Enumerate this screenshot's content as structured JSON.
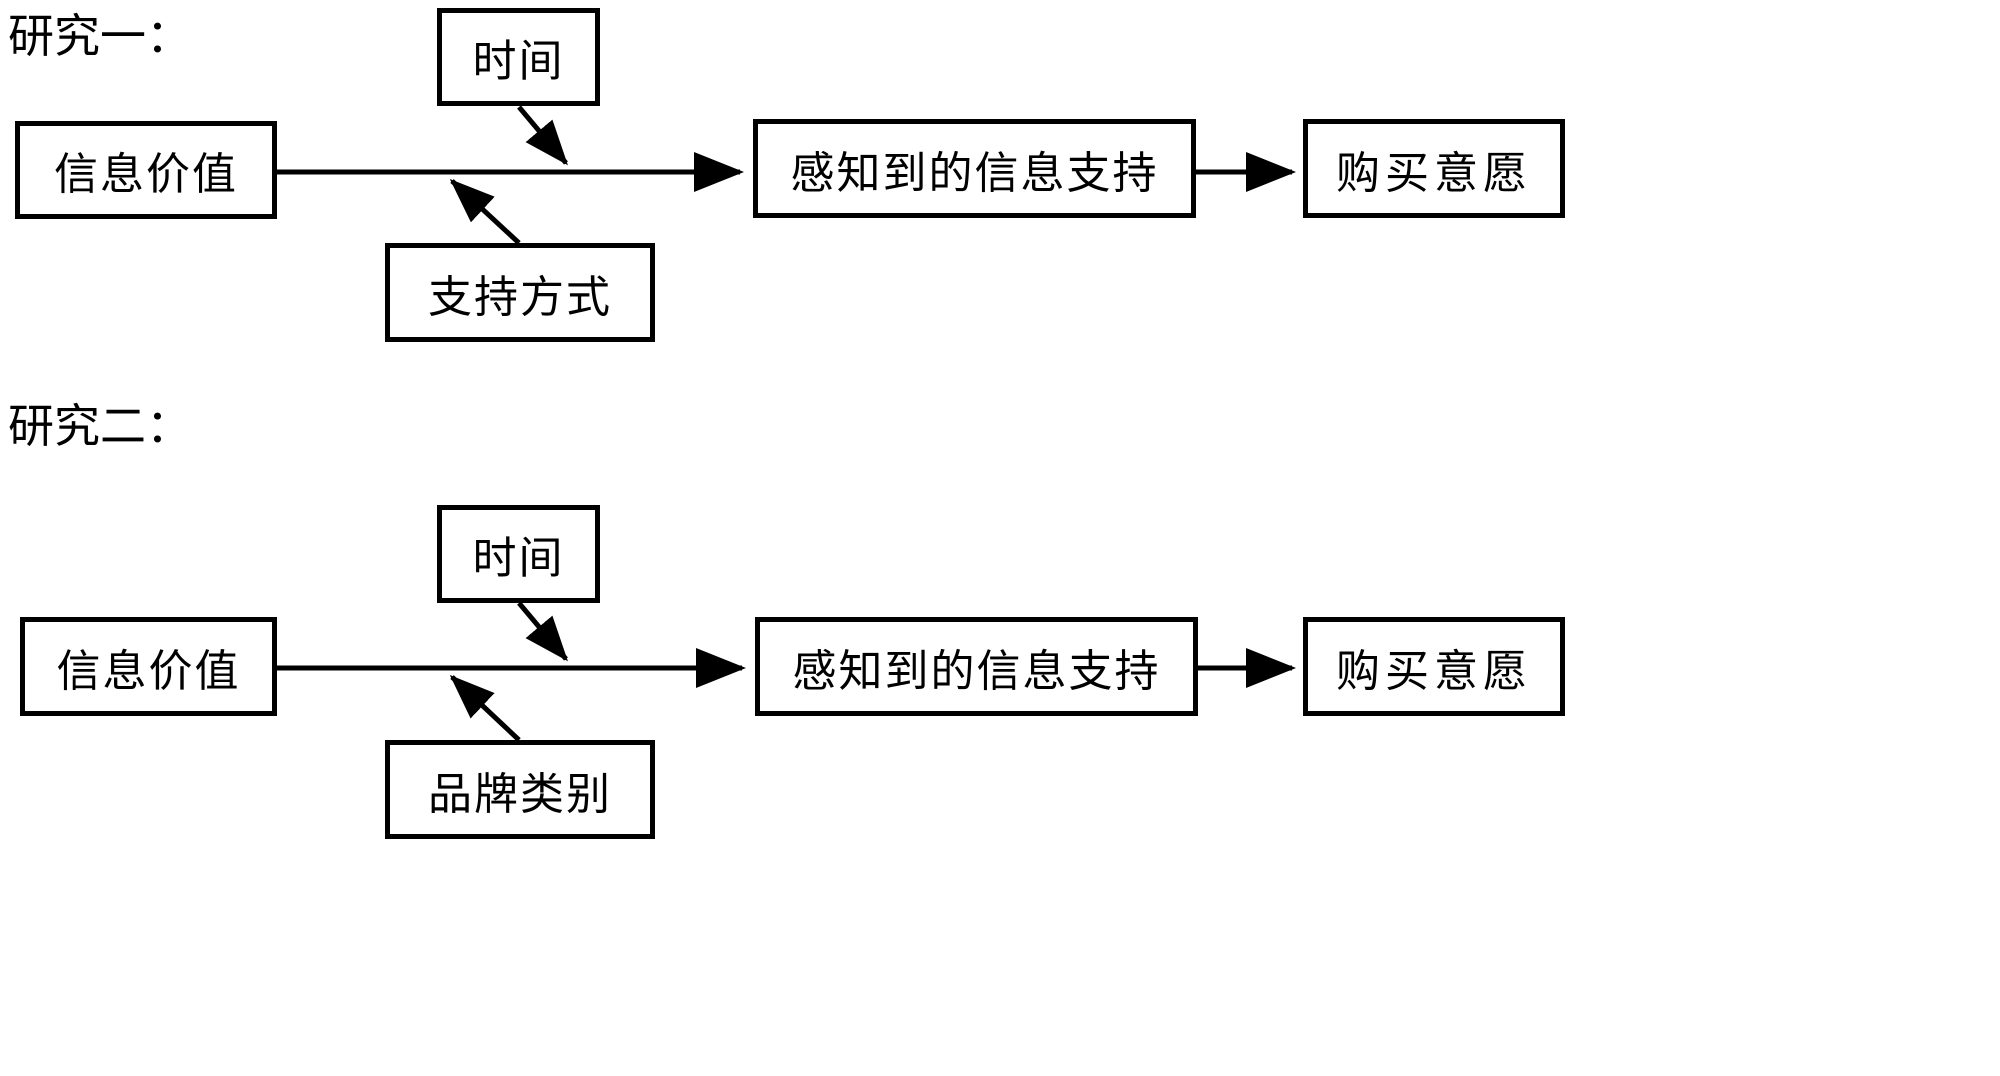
{
  "figure": {
    "title_study1": "研究一：",
    "title_study2": "研究二："
  },
  "study1": {
    "label": "研究一：",
    "nodes": {
      "moderator_time": "时间",
      "predictor": "信息价值",
      "mediator": "感知到的信息支持",
      "outcome": "购买意愿",
      "moderator_support_type": "支持方式"
    },
    "edges": [
      {
        "from": "信息价值",
        "to": "感知到的信息支持",
        "style": "solid-arrow"
      },
      {
        "from": "感知到的信息支持",
        "to": "购买意愿",
        "style": "solid-arrow"
      },
      {
        "from": "时间",
        "to": "信息价值→感知到的信息支持",
        "style": "moderation-arrow"
      },
      {
        "from": "支持方式",
        "to": "信息价值→感知到的信息支持",
        "style": "moderation-arrow"
      }
    ]
  },
  "study2": {
    "label": "研究二：",
    "nodes": {
      "moderator_time": "时间",
      "predictor": "信息价值",
      "mediator": "感知到的信息支持",
      "outcome": "购买意愿",
      "moderator_brand_type": "品牌类别"
    },
    "edges": [
      {
        "from": "信息价值",
        "to": "感知到的信息支持",
        "style": "solid-arrow"
      },
      {
        "from": "感知到的信息支持",
        "to": "购买意愿",
        "style": "solid-arrow"
      },
      {
        "from": "时间",
        "to": "信息价值→感知到的信息支持",
        "style": "moderation-arrow"
      },
      {
        "from": "品牌类别",
        "to": "信息价值→感知到的信息支持",
        "style": "moderation-arrow"
      }
    ]
  },
  "colors": {
    "stroke": "#000000",
    "fill": "#ffffff",
    "text": "#000000"
  }
}
